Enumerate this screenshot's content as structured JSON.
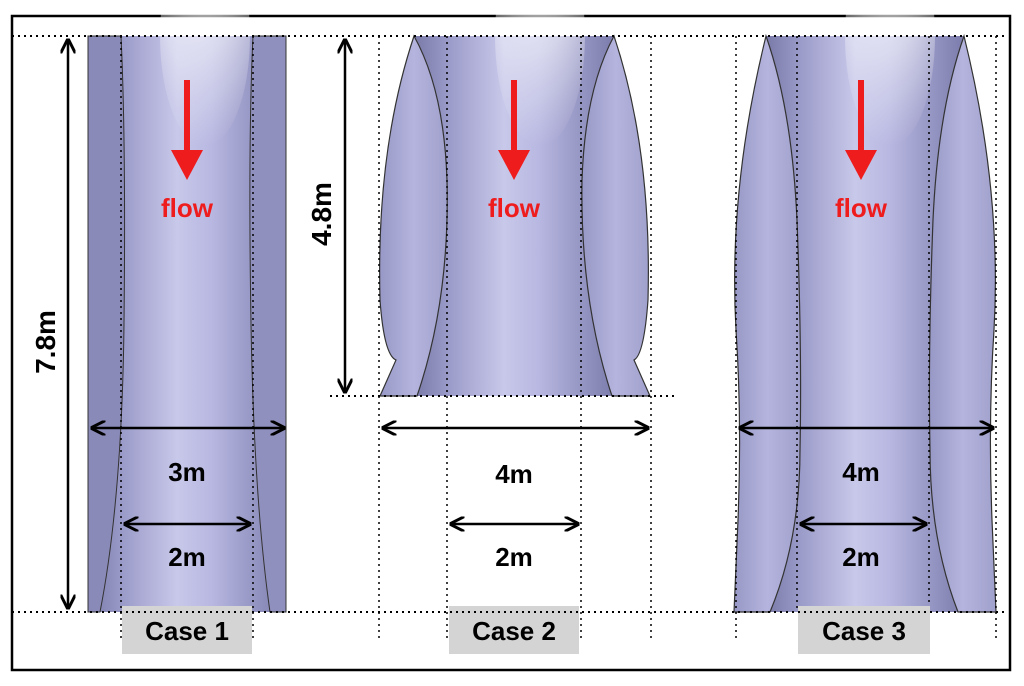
{
  "colors": {
    "frame": "#000000",
    "body_fill": "#b2b2dc",
    "body_dark": "#7e7eac",
    "fin_fill": "#aaaad4",
    "highlight": "#ffffff",
    "flow_red": "#ee1c1c",
    "case_label_bg": "#d4d4d4"
  },
  "flow_label": "flow",
  "cases": [
    {
      "label": "Case 1",
      "height_label": "7.8m",
      "outer_width_label": "3m",
      "inner_width_label": "2m"
    },
    {
      "label": "Case 2",
      "height_label": "4.8m",
      "outer_width_label": "4m",
      "inner_width_label": "2m"
    },
    {
      "label": "Case 3",
      "outer_width_label": "4m",
      "inner_width_label": "2m"
    }
  ]
}
